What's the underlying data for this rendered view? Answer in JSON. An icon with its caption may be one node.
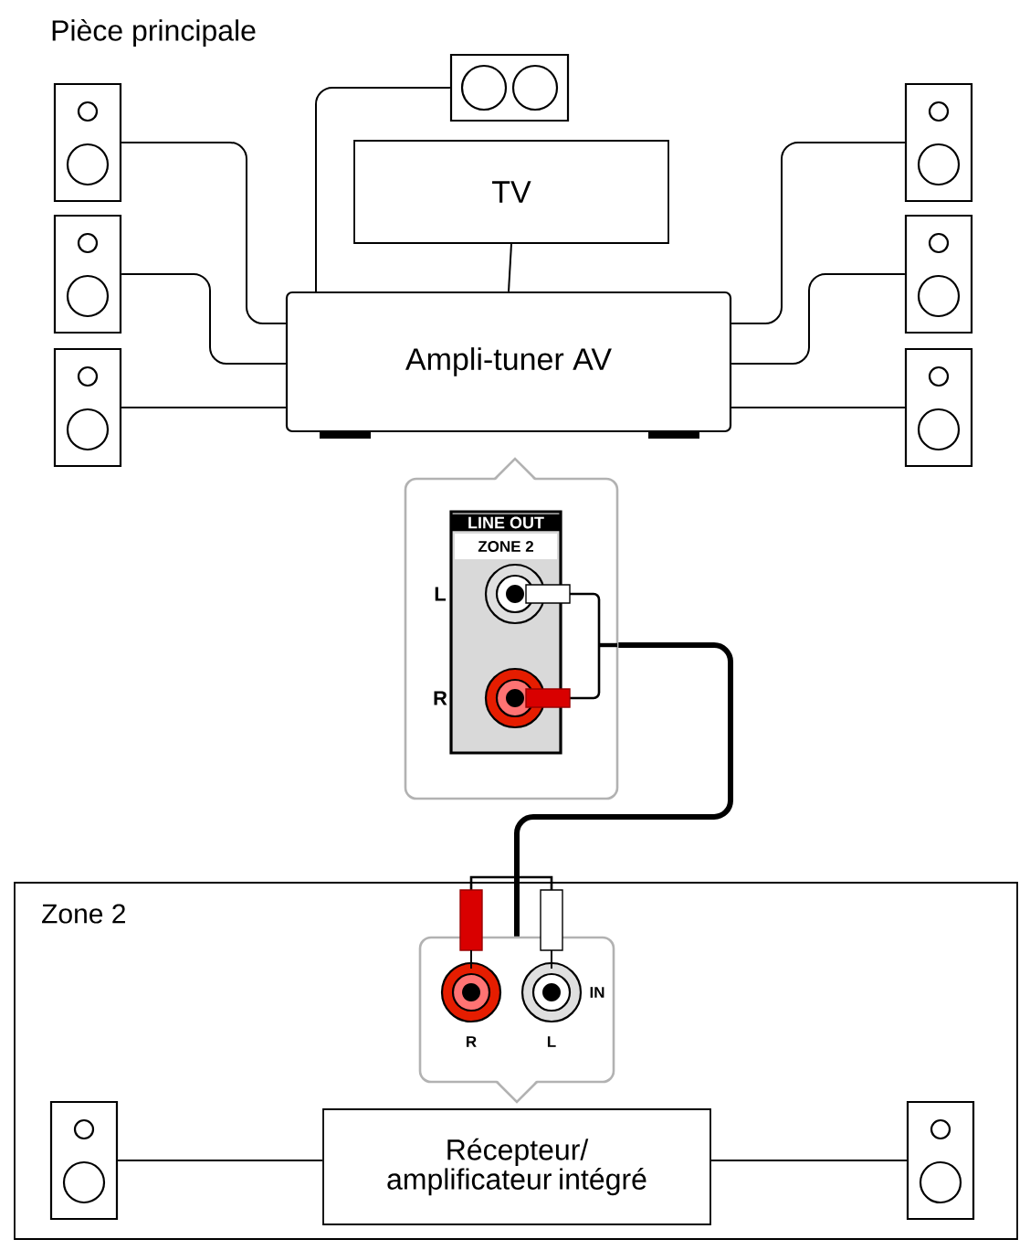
{
  "diagram": {
    "nodes": [
      {
        "text": [
          "TV"
        ]
      },
      {
        "text": [
          "Ampli-tuner AV"
        ]
      },
      {
        "text": [],
        "shape": "speaker"
      },
      {
        "text": [],
        "shape": "speaker"
      },
      {
        "text": [],
        "shape": "speaker"
      },
      {
        "text": [],
        "shape": "speaker"
      },
      {
        "text": [],
        "shape": "speaker"
      },
      {
        "text": [],
        "shape": "speaker"
      },
      {
        "text": [],
        "shape": "speaker"
      },
      {
        "text": [
          "LINE OUT",
          "ZONE 2",
          "L",
          "R"
        ]
      },
      {
        "text": [
          "Zone 2"
        ]
      },
      {
        "text": [
          "IN",
          "R",
          "L"
        ],
        "in": 10
      },
      {
        "text": [
          "Récepteur/ amplificateur intégré"
        ],
        "in": 10
      },
      {
        "text": [],
        "shape": "speaker",
        "in": 10
      },
      {
        "text": [],
        "shape": "speaker",
        "in": 10
      }
    ],
    "edges": [
      {
        "from": 3,
        "to": 1,
        "arrow": "none"
      },
      {
        "from": 4,
        "to": 1,
        "arrow": "none"
      },
      {
        "from": 5,
        "to": 1,
        "arrow": "none"
      },
      {
        "from": 6,
        "to": 1,
        "arrow": "none"
      },
      {
        "from": 7,
        "to": 1,
        "arrow": "none"
      },
      {
        "from": 8,
        "to": 1,
        "arrow": "none"
      },
      {
        "from": 2,
        "to": 1,
        "arrow": "none"
      },
      {
        "from": 0,
        "to": 1,
        "arrow": "none"
      },
      {
        "from": 9,
        "to": 11,
        "arrow": "none",
        "style": "thick"
      },
      {
        "from": 13,
        "to": 12,
        "arrow": "none"
      },
      {
        "from": 14,
        "to": 12,
        "arrow": "none"
      }
    ],
    "labels": [
      "Pièce principale"
    ]
  }
}
